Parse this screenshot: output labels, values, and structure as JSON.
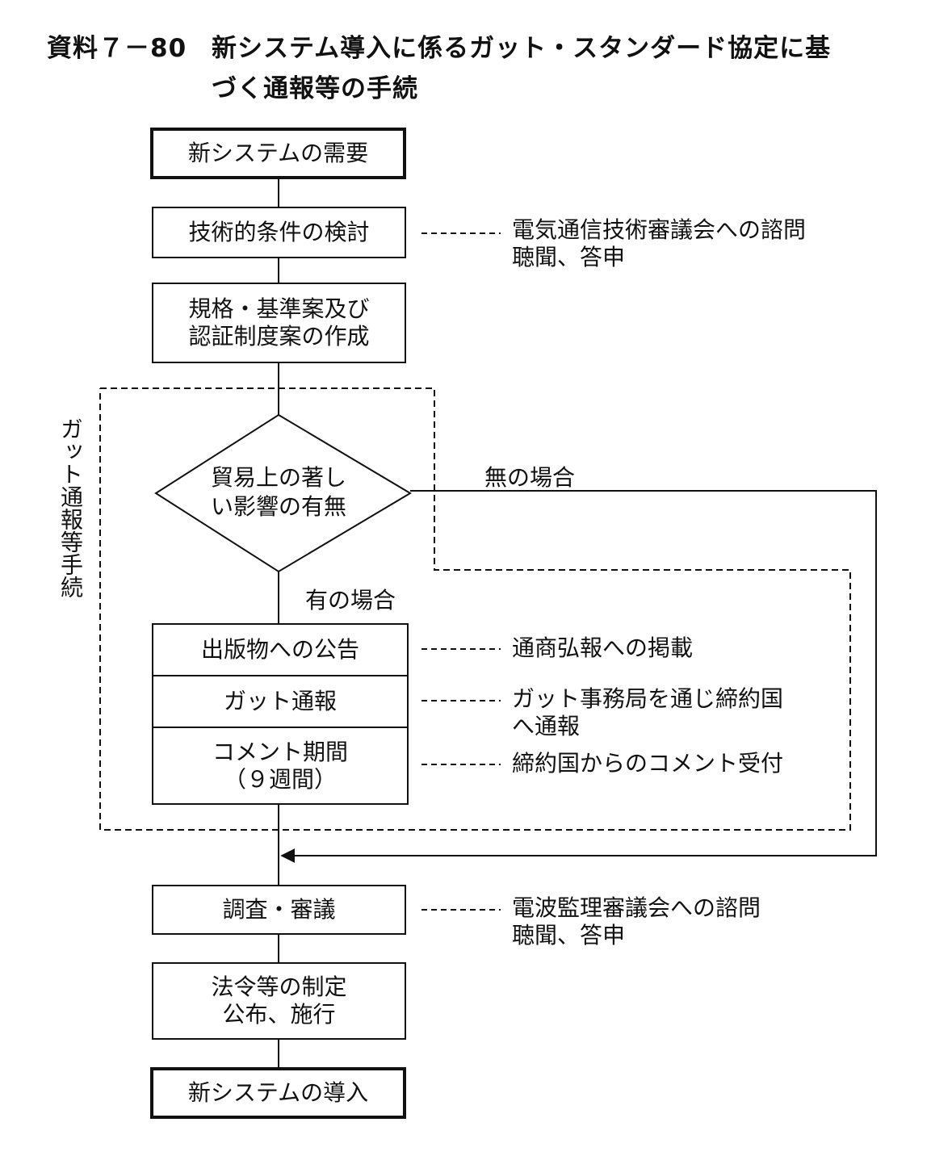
{
  "title": {
    "label": "資料７－80",
    "line1": "新システム導入に係るガット・スタンダード協定に基",
    "line2": "づく通報等の手続"
  },
  "group_label": "ガット通報等手続",
  "steps": {
    "demand": "新システムの需要",
    "tech_review": "技術的条件の検討",
    "draft_line1": "規格・基準案及び",
    "draft_line2": "認証制度案の作成",
    "decision_line1": "貿易上の著し",
    "decision_line2": "い影響の有無",
    "publication": "出版物への公告",
    "gatt_notice": "ガット通報",
    "comment_line1": "コメント期間",
    "comment_line2": "（９週間）",
    "investigation": "調査・審議",
    "law_line1": "法令等の制定",
    "law_line2": "公布、施行",
    "introduction": "新システムの導入"
  },
  "branches": {
    "no": "無の場合",
    "yes": "有の場合"
  },
  "notes": {
    "tech_review_line1": "電気通信技術審議会への諮問",
    "tech_review_line2": "聴聞、答申",
    "publication": "通商弘報への掲載",
    "gatt_notice_line1": "ガット事務局を通じ締約国",
    "gatt_notice_line2": "へ通報",
    "comment": "締約国からのコメント受付",
    "investigation_line1": "電波監理審議会への諮問",
    "investigation_line2": "聴聞、答申"
  }
}
